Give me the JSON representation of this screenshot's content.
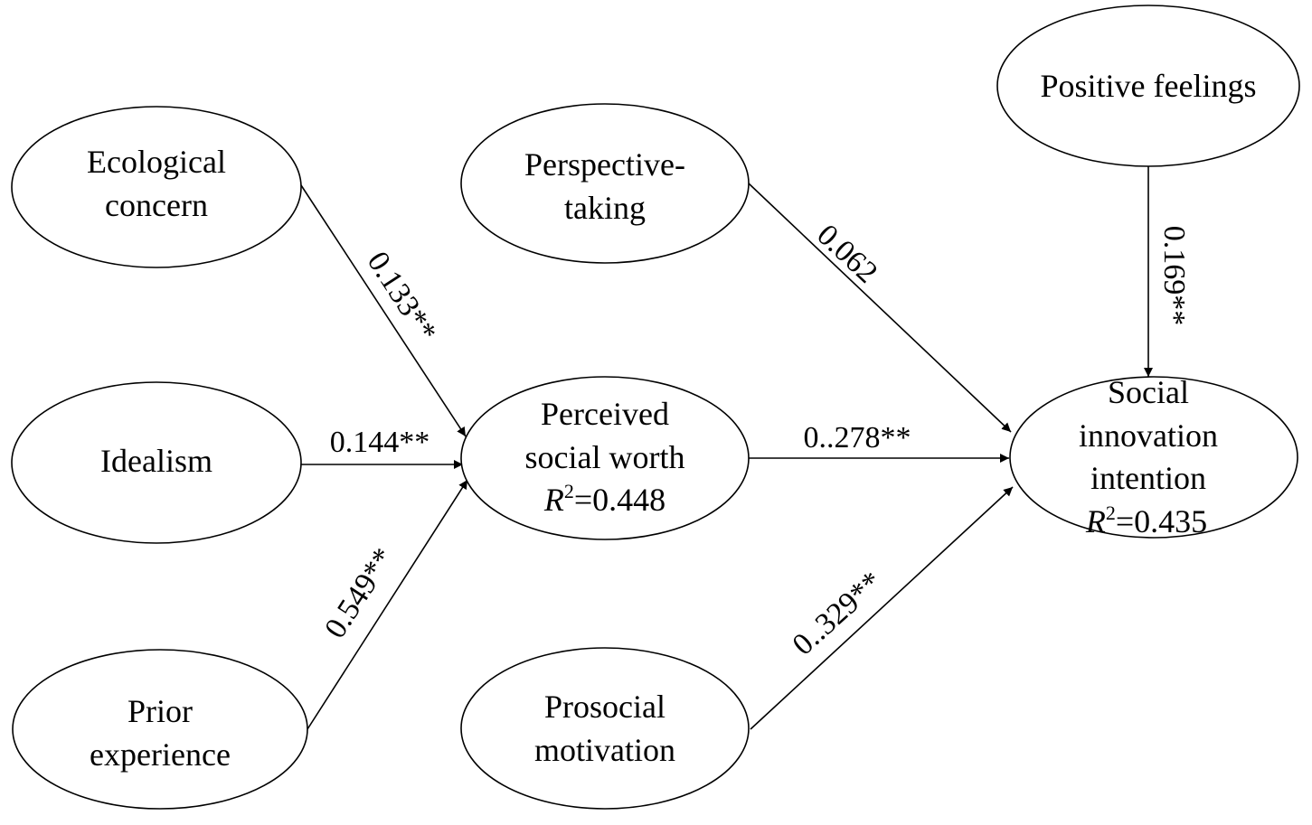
{
  "nodes": {
    "ecological_concern": {
      "lines": [
        "Ecological",
        "concern"
      ]
    },
    "idealism": {
      "lines": [
        "Idealism"
      ]
    },
    "prior_experience": {
      "lines": [
        "Prior",
        "experience"
      ]
    },
    "perspective_taking": {
      "lines": [
        "Perspective-",
        "taking"
      ]
    },
    "perceived_social_worth": {
      "lines": [
        "Perceived",
        "social worth"
      ],
      "r2_symbol": "R",
      "r2_exponent": "2",
      "r2_value": "=0.448"
    },
    "prosocial_motivation": {
      "lines": [
        "Prosocial",
        "motivation"
      ]
    },
    "positive_feelings": {
      "lines": [
        "Positive feelings"
      ]
    },
    "social_innovation_intention": {
      "lines": [
        "Social",
        "innovation",
        "intention"
      ],
      "r2_symbol": "R",
      "r2_exponent": "2",
      "r2_value": "=0.435"
    }
  },
  "paths": {
    "ecological_to_worth": "0.133**",
    "idealism_to_worth": "0.144**",
    "prior_to_worth": "0.549**",
    "perspective_to_intention": "0.062",
    "worth_to_intention": "0..278**",
    "prosocial_to_intention": "0..329**",
    "feelings_to_intention": "0.169**"
  }
}
